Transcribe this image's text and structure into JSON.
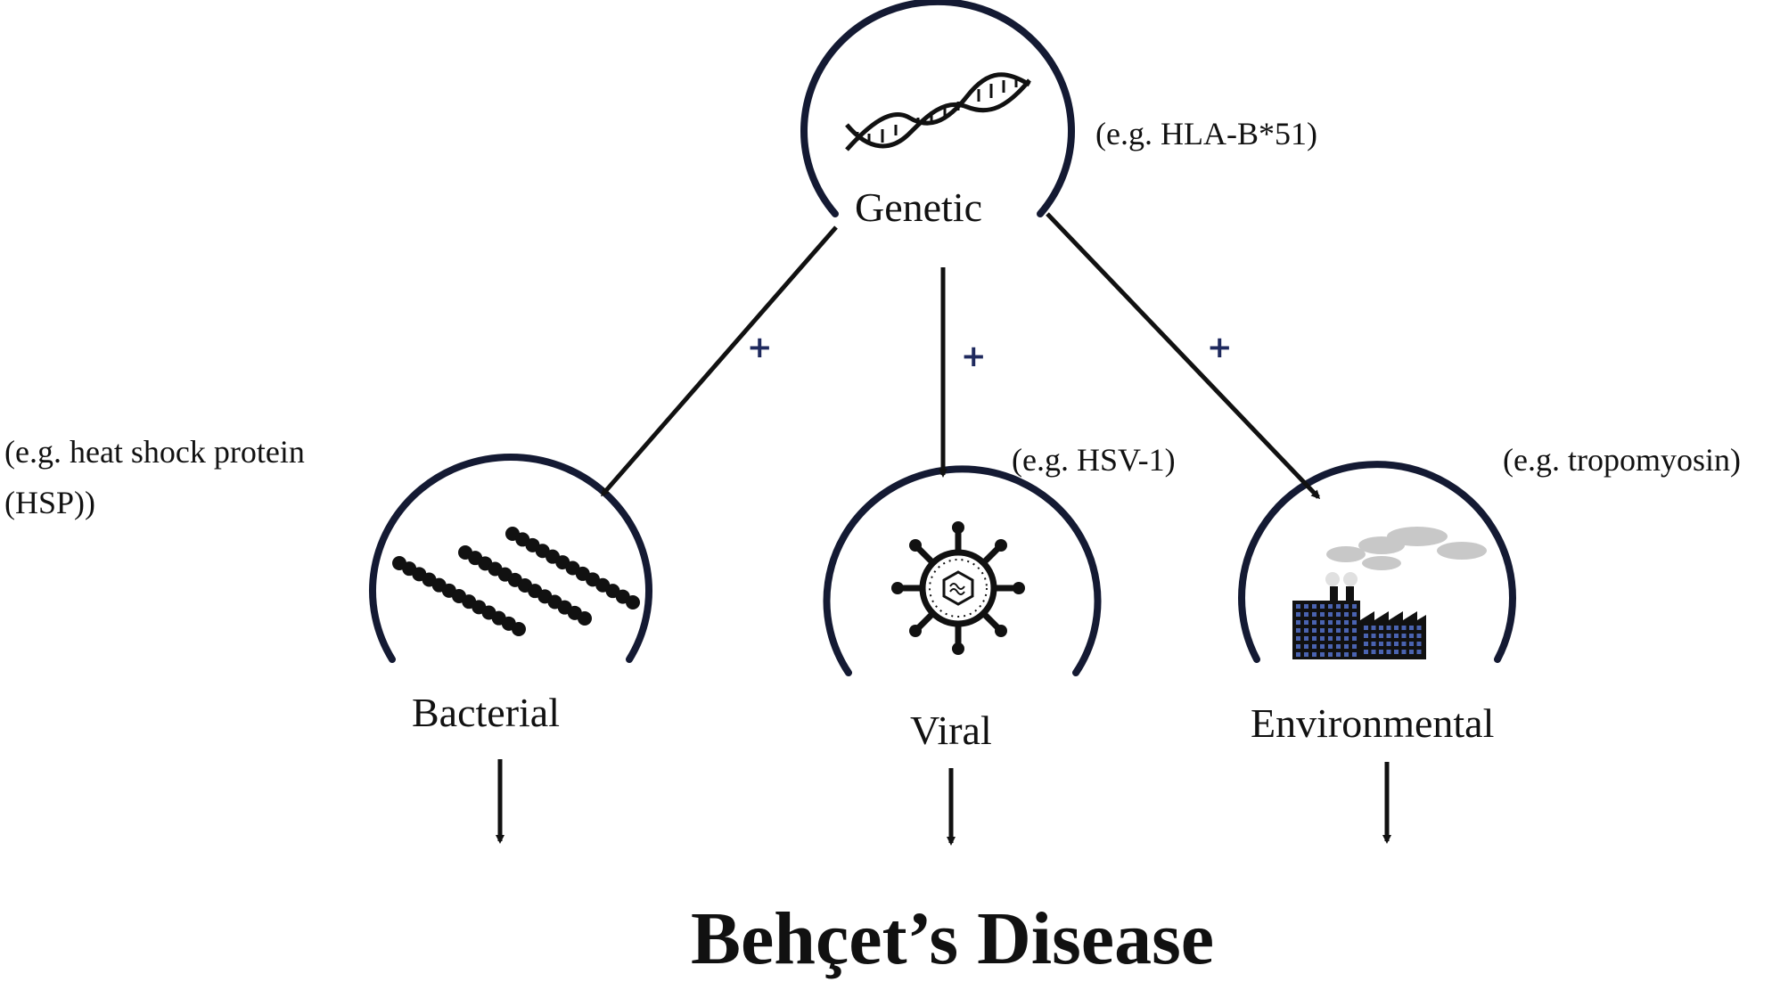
{
  "genetic": {
    "label": "Genetic",
    "example": "(e.g. HLA-B*51)",
    "icon": "dna-icon"
  },
  "bacterial": {
    "label": "Bacterial",
    "example_line1": "(e.g. heat shock protein",
    "example_line2": "(HSP))",
    "icon": "bacteria-icon"
  },
  "viral": {
    "label": "Viral",
    "example": "(e.g. HSV-1)",
    "icon": "virus-icon"
  },
  "environmental": {
    "label": "Environmental",
    "example": "(e.g. tropomyosin)",
    "icon": "factory-icon"
  },
  "links": {
    "plus": "+"
  },
  "outcome": {
    "label": "Behçet’s Disease"
  },
  "colors": {
    "node_outline": "#141a33",
    "plus": "#1f2a5e",
    "arrow": "#111111"
  }
}
